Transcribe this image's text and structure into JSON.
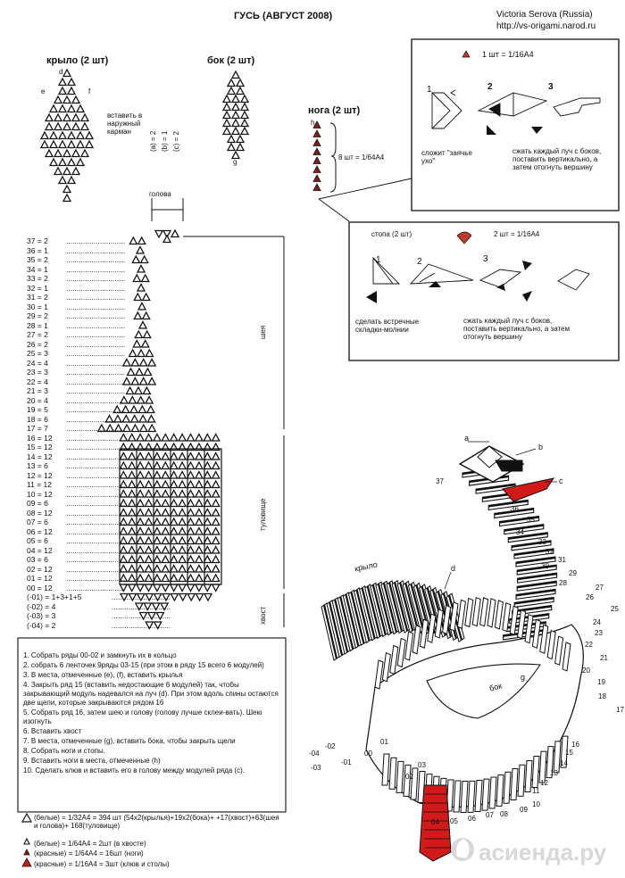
{
  "header": {
    "title": "ГУСЬ (АВГУСТ 2008)",
    "author": "Victoria Serova (Russia)",
    "site": "http://vs-origami.narod.ru"
  },
  "parts": {
    "wing": {
      "title": "крыло (2 шт)",
      "note": "вставить в наружный карман",
      "pts": [
        "d",
        "e",
        "f"
      ]
    },
    "side": {
      "title": "бок (2 шт)",
      "pt": "g",
      "counts": [
        "(a) = 2",
        "(b) = 1",
        "(c) = 2"
      ]
    },
    "leg": {
      "title": "нога (2 шт)",
      "pt": "h",
      "count": "8 шт = 1/64A4"
    },
    "head_label": "голова"
  },
  "module_box": {
    "count": "1 шт = 1/16A4",
    "steps": [
      "1",
      "2",
      "3"
    ],
    "note1": "сложит \"заячье ухо\"",
    "note2": "сжать каждый луч с боков, поставить вертикально, а затем отогнуть вершину"
  },
  "foot_box": {
    "title": "стопа (2 шт)",
    "count": "2 шт = 1/16A4",
    "steps": [
      "1",
      "2",
      "3"
    ],
    "note1": "сделать встречные складки-молнии",
    "note2": "сжать каждый луч с боков, поставить вертикально, а затем отогнуть вершину"
  },
  "rows": [
    "37 = 2",
    "36 = 1",
    "35 = 2",
    "34 = 1",
    "33 = 2",
    "32 = 1",
    "31 = 2",
    "30 = 1",
    "29 = 2",
    "28 = 1",
    "27 = 2",
    "26 = 2",
    "25 = 3",
    "24 = 4",
    "23 = 3",
    "22 = 4",
    "21 = 3",
    "20 = 4",
    "19 = 5",
    "18 = 6",
    "17 = 7",
    "16 = 12",
    "15 = 12",
    "14 = 12",
    "13 = 6",
    "12 = 12",
    "11 = 12",
    "10 = 12",
    "09 = 6",
    "08 = 12",
    "07 = 6",
    "06 = 12",
    "05 = 6",
    "04 = 12",
    "03 = 6",
    "02 = 12",
    "01 = 12",
    "00 = 12",
    "(-01) = 1+3+1+5",
    "(-02) = 4",
    "(-03) = 3",
    "(-04) = 2"
  ],
  "sections": {
    "neck": "шея",
    "body": "туловище",
    "tail": "хвост"
  },
  "instructions": [
    "1. Собрать ряды 00-02 и замкнуть их в кольцо",
    "2. собрать 6 ленточек 9ряды 03-15 (при этом в ряду 15 всего 6 модулей)",
    "3. В места, отмеченные (e), (f), вставить крылья",
    "4. Закрыть ряд 15 (вставить недостающие 6 модулей) так, чтобы закрывающий модуль надевался на луч (d). При этом вдоль спины остаются две щели, которые закрываются рядом 16",
    "5. Собрать ряд 16, затем шею и голову (голову лучше склеи-вать). Шею изогнуть",
    "6. Вставить хвост",
    "7. В места, отмеченные (g), вставить бока, чтобы закрыть щели",
    "8. Собрать ноги и стопы.",
    "9. Вставить ноги в места, отмеченные (h)",
    "10. Сделать клюв и вставить его в голову между модулей ряда (c)."
  ],
  "legend": [
    "(белые) = 1/32A4 = 394 шт (54x2(крылья)+19x2(бока)+ +17(хвост)+63(шея и голова)+ 168(туловище)",
    "(белые) = 1/64A4 = 2шт (в хвосте)",
    "(красные) = 1/64A4 = 16шт (ноги)",
    "(красные) = 1/16A4 = 3шт (клюв и столы)"
  ],
  "swan_labels": {
    "letters": [
      "a",
      "b",
      "c",
      "d",
      "g"
    ],
    "wing": "крыло",
    "side": "бок",
    "nums": [
      "37",
      "36",
      "35",
      "34",
      "33",
      "32",
      "31",
      "30",
      "29",
      "28",
      "27",
      "26",
      "25",
      "24",
      "23",
      "22",
      "21",
      "20",
      "19",
      "18",
      "17",
      "16",
      "15",
      "14",
      "13",
      "12",
      "11",
      "10",
      "09",
      "08",
      "07",
      "06",
      "05",
      "04",
      "03",
      "02",
      "01",
      "00",
      "-01",
      "-02",
      "-03",
      "-04"
    ]
  },
  "watermark": "асиенда.ру",
  "colors": {
    "red": "#d11a1a",
    "ink": "#111111"
  }
}
